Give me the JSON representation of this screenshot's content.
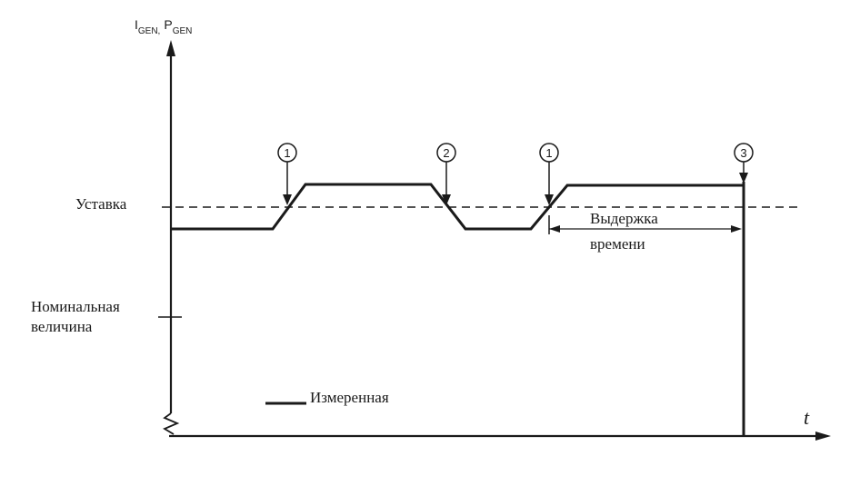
{
  "axes": {
    "y_label_main_1": "I",
    "y_label_sub_1": "GEN,",
    "y_label_main_2": "P",
    "y_label_sub_2": "GEN",
    "x_label": "t"
  },
  "labels": {
    "setpoint": "Уставка",
    "nominal_line1": "Номинальная",
    "nominal_line2": "величина",
    "time_delay_line1": "Выдержка",
    "time_delay_line2": "времени",
    "legend_measured": "Измеренная"
  },
  "markers": [
    {
      "label": "1"
    },
    {
      "label": "2"
    },
    {
      "label": "1"
    },
    {
      "label": "3"
    }
  ],
  "colors": {
    "ink": "#1a1a1a",
    "background": "#ffffff"
  }
}
